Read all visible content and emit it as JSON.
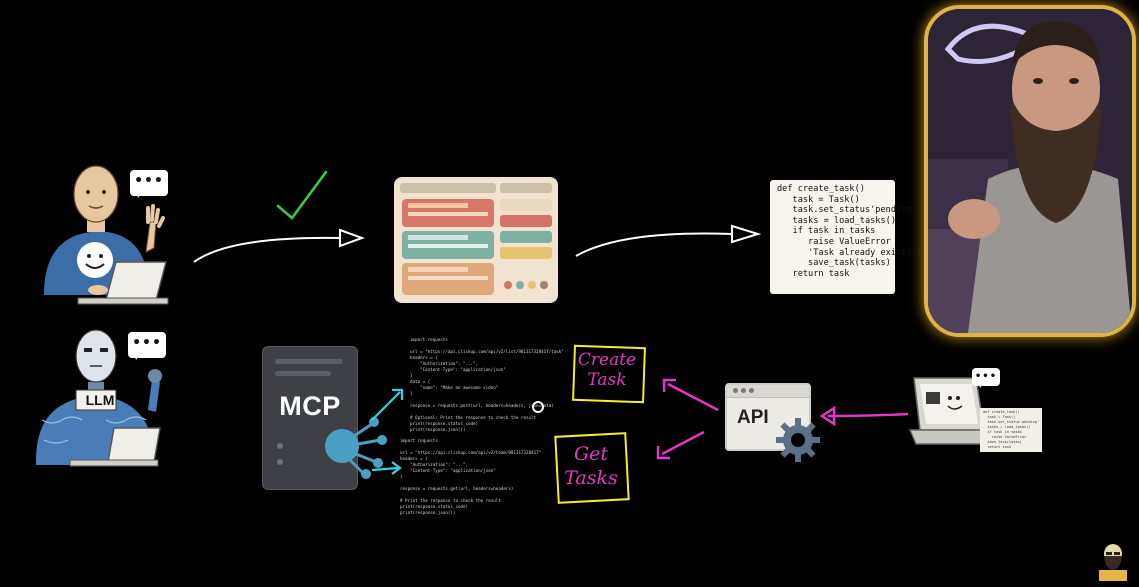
{
  "bubbles": {
    "dots": "•••"
  },
  "llm_label": "LLM",
  "code_card_lines": [
    "def create_task()",
    "   task = Task()",
    "   task.set_status'pending'",
    "   tasks = load_tasks()",
    "   if task in tasks",
    "      raise ValueError",
    "      'Task already exists')",
    "      save_task(tasks)",
    "   return task"
  ],
  "mcp_label": "MCP",
  "api_label": "API",
  "create_task": [
    "Create",
    "Task"
  ],
  "get_tasks": [
    "Get",
    "Tasks"
  ],
  "mini_code_top": [
    "import requests",
    "",
    "url = \"https://api.clickup.com/api/v2/list/901317328417/task\"",
    "headers = {",
    "    \"Authorization\": \"...\",",
    "    \"Content-Type\": \"application/json\"",
    "}",
    "data = {",
    "    \"name\": \"Make an awesome video\"",
    "}",
    "",
    "response = requests.post(url, headers=headers, json=data)",
    "",
    "# Optional: Print the response to check the result",
    "print(response.status_code)",
    "print(response.json())"
  ],
  "mini_code_bottom": [
    "import requests",
    "",
    "url = \"https://api.clickup.com/api/v2/team/901317328417\"",
    "headers = {",
    "    \"Authorization\": \"...\",",
    "    \"Content-Type\": \"application/json\"",
    "}",
    "",
    "response = requests.get(url, headers=headers)",
    "",
    "# Print the response to check the result",
    "print(response.status_code)",
    "print(response.json())"
  ],
  "mini_code_laptop": [
    "def create_task()",
    "  task = Task()",
    "  task.set_status'pending'",
    "  tasks = load_tasks()",
    "  if task in tasks",
    "    raise ValueError",
    "  save_task(tasks)",
    "  return task"
  ],
  "colors": {
    "check": "#3ec93e",
    "cyan_arrow": "#3bd1e0",
    "magenta": "#e636c8",
    "yellow_box": "#f0ee30",
    "webcam_border": "#e0b347"
  },
  "icons": [
    "person-icon",
    "robot-icon",
    "laptop-icon",
    "checkmark-icon",
    "app-window-icon",
    "server-icon",
    "gear-icon",
    "network-node-icon",
    "webcam-presenter",
    "channel-logo"
  ]
}
